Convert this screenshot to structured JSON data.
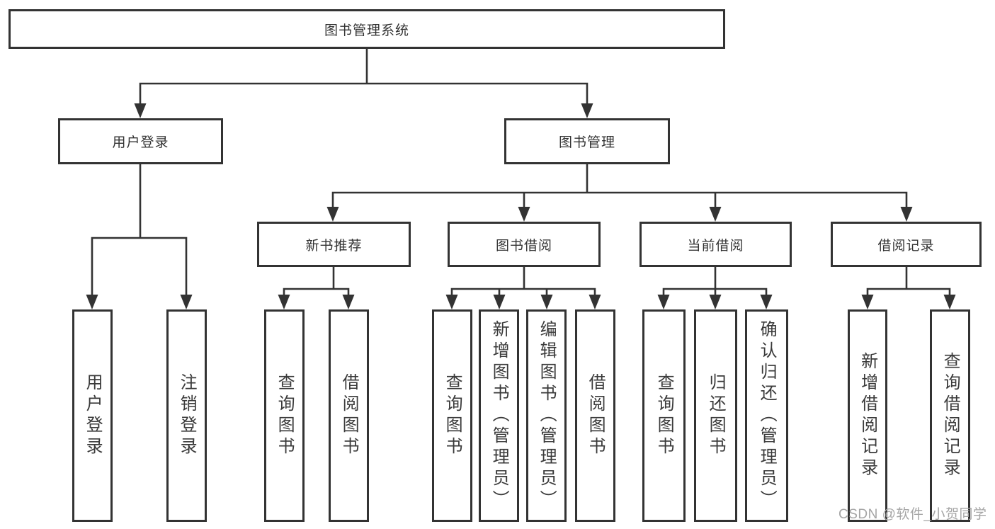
{
  "tree": {
    "root": {
      "label": "图书管理系统",
      "children": [
        {
          "label": "用户登录",
          "children": [
            {
              "label": "用户登录"
            },
            {
              "label": "注销登录"
            }
          ]
        },
        {
          "label": "图书管理",
          "children": [
            {
              "label": "新书推荐",
              "children": [
                {
                  "label": "查询图书"
                },
                {
                  "label": "借阅图书"
                }
              ]
            },
            {
              "label": "图书借阅",
              "children": [
                {
                  "label": "查询图书"
                },
                {
                  "label": "新增图书（管理员）"
                },
                {
                  "label": "编辑图书（管理员）"
                },
                {
                  "label": "借阅图书"
                }
              ]
            },
            {
              "label": "当前借阅",
              "children": [
                {
                  "label": "查询图书"
                },
                {
                  "label": "归还图书"
                },
                {
                  "label": "确认归还（管理员）"
                }
              ]
            },
            {
              "label": "借阅记录",
              "children": [
                {
                  "label": "新增借阅记录"
                },
                {
                  "label": "查询借阅记录"
                }
              ]
            }
          ]
        }
      ]
    }
  },
  "watermark": {
    "text": "CSDN @软件_小贺同学"
  },
  "colors": {
    "line": "#333333",
    "box_border": "#333333",
    "text": "#3a3a3a",
    "watermark": "#a5a5a5",
    "background": "#ffffff"
  }
}
